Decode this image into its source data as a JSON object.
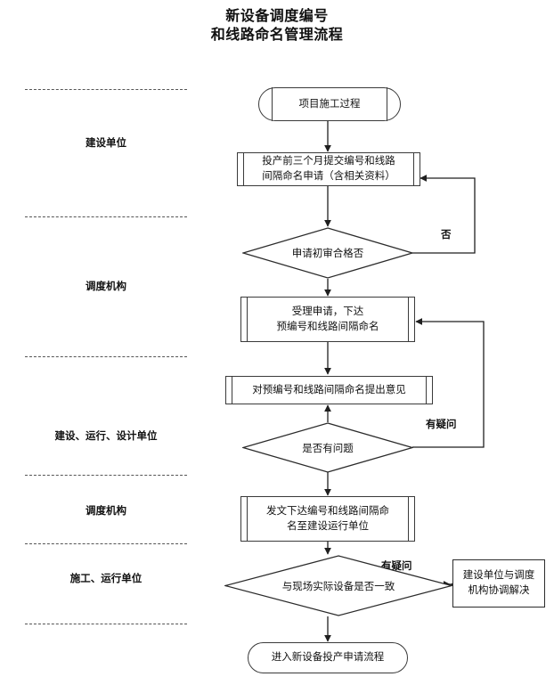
{
  "title": {
    "line1": "新设备调度编号",
    "line2": "和线路命名管理流程"
  },
  "lanes": [
    {
      "label": "建设单位"
    },
    {
      "label": "调度机构"
    },
    {
      "label": "建设、运行、设计单位"
    },
    {
      "label": "调度机构"
    },
    {
      "label": "施工、运行单位"
    }
  ],
  "nodes": {
    "start": {
      "label": "项目施工过程",
      "shape": "terminator"
    },
    "apply": {
      "label_line1": "投产前三个月提交编号和线路",
      "label_line2": "间隔命名申请（含相关资料）",
      "shape": "predefined-process"
    },
    "review": {
      "label": "申请初审合格否",
      "shape": "decision"
    },
    "accept": {
      "label_line1": "受理申请，下达",
      "label_line2": "预编号和线路间隔命名",
      "shape": "predefined-process"
    },
    "opinion": {
      "label": "对预编号和线路间隔命名提出意见",
      "shape": "predefined-process"
    },
    "problem": {
      "label": "是否有问题",
      "shape": "decision"
    },
    "issue": {
      "label_line1": "发文下达编号和线路间隔命",
      "label_line2": "名至建设运行单位",
      "shape": "predefined-process"
    },
    "verify": {
      "label": "与现场实际设备是否一致",
      "shape": "decision"
    },
    "coordinate": {
      "label_line1": "建设单位与调度",
      "label_line2": "机构协调解决",
      "shape": "rectangle"
    },
    "end": {
      "label": "进入新设备投产申请流程",
      "shape": "terminator"
    }
  },
  "edge_labels": {
    "review_no": "否",
    "problem_doubt": "有疑问",
    "verify_doubt": "有疑问"
  },
  "colors": {
    "line": "#3a3a3a",
    "rect_line": "#2b2b2b",
    "text": "#111111",
    "lane_separator": "#555555",
    "background": "#ffffff"
  },
  "chart_data": {
    "type": "flowchart",
    "title": "新设备调度编号和线路命名管理流程",
    "swimlanes": [
      "建设单位",
      "调度机构",
      "建设、运行、设计单位",
      "调度机构",
      "施工、运行单位"
    ],
    "nodes": [
      {
        "id": "start",
        "text": "项目施工过程",
        "shape": "terminator",
        "lane": "建设单位"
      },
      {
        "id": "apply",
        "text": "投产前三个月提交编号和线路间隔命名申请（含相关资料）",
        "shape": "predefined-process",
        "lane": "建设单位"
      },
      {
        "id": "review",
        "text": "申请初审合格否",
        "shape": "decision",
        "lane": "调度机构"
      },
      {
        "id": "accept",
        "text": "受理申请，下达预编号和线路间隔命名",
        "shape": "predefined-process",
        "lane": "调度机构"
      },
      {
        "id": "opinion",
        "text": "对预编号和线路间隔命名提出意见",
        "shape": "predefined-process",
        "lane": "建设、运行、设计单位"
      },
      {
        "id": "problem",
        "text": "是否有问题",
        "shape": "decision",
        "lane": "建设、运行、设计单位"
      },
      {
        "id": "issue",
        "text": "发文下达编号和线路间隔命名至建设运行单位",
        "shape": "predefined-process",
        "lane": "调度机构"
      },
      {
        "id": "verify",
        "text": "与现场实际设备是否一致",
        "shape": "decision",
        "lane": "施工、运行单位"
      },
      {
        "id": "coordinate",
        "text": "建设单位与调度机构协调解决",
        "shape": "rectangle",
        "lane": "施工、运行单位"
      },
      {
        "id": "end",
        "text": "进入新设备投产申请流程",
        "shape": "terminator",
        "lane": "施工、运行单位"
      }
    ],
    "edges": [
      {
        "from": "start",
        "to": "apply",
        "label": ""
      },
      {
        "from": "apply",
        "to": "review",
        "label": ""
      },
      {
        "from": "review",
        "to": "accept",
        "label": ""
      },
      {
        "from": "review",
        "to": "apply",
        "label": "否"
      },
      {
        "from": "accept",
        "to": "opinion",
        "label": ""
      },
      {
        "from": "problem",
        "to": "opinion",
        "label": ""
      },
      {
        "from": "problem",
        "to": "accept",
        "label": "有疑问"
      },
      {
        "from": "problem",
        "to": "issue",
        "label": ""
      },
      {
        "from": "issue",
        "to": "verify",
        "label": ""
      },
      {
        "from": "verify",
        "to": "coordinate",
        "label": "有疑问"
      },
      {
        "from": "verify",
        "to": "end",
        "label": ""
      }
    ]
  }
}
